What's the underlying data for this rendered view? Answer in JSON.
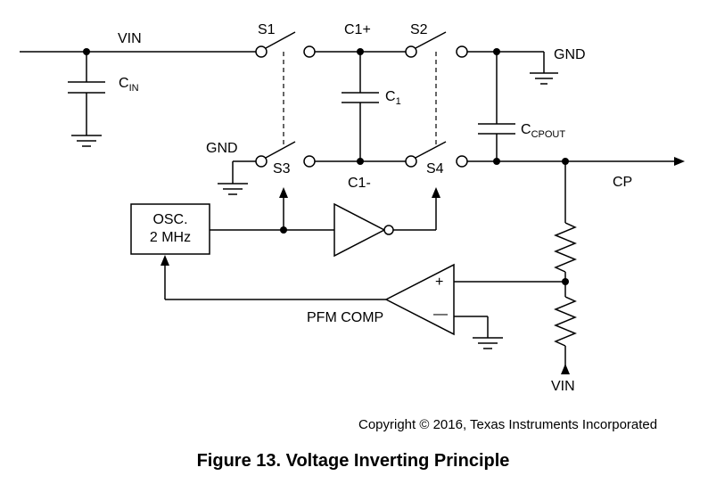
{
  "labels": {
    "vin_top": "VIN",
    "cin_main": "C",
    "cin_sub": "IN",
    "s1": "S1",
    "c1_plus": "C1+",
    "s2": "S2",
    "gnd_top": "GND",
    "c1_main": "C",
    "c1_sub": "1",
    "ccpout_main": "C",
    "ccpout_sub": "CPOUT",
    "gnd_left": "GND",
    "s3": "S3",
    "c1_minus": "C1-",
    "s4": "S4",
    "cp": "CP",
    "osc_line1": "OSC.",
    "osc_line2": "2 MHz",
    "comp_plus": "+",
    "comp_minus": "—",
    "pfm_comp": "PFM COMP",
    "vin_bottom": "VIN"
  },
  "footer": {
    "copyright": "Copyright © 2016, Texas Instruments Incorporated",
    "caption": "Figure 13.  Voltage Inverting Principle"
  }
}
